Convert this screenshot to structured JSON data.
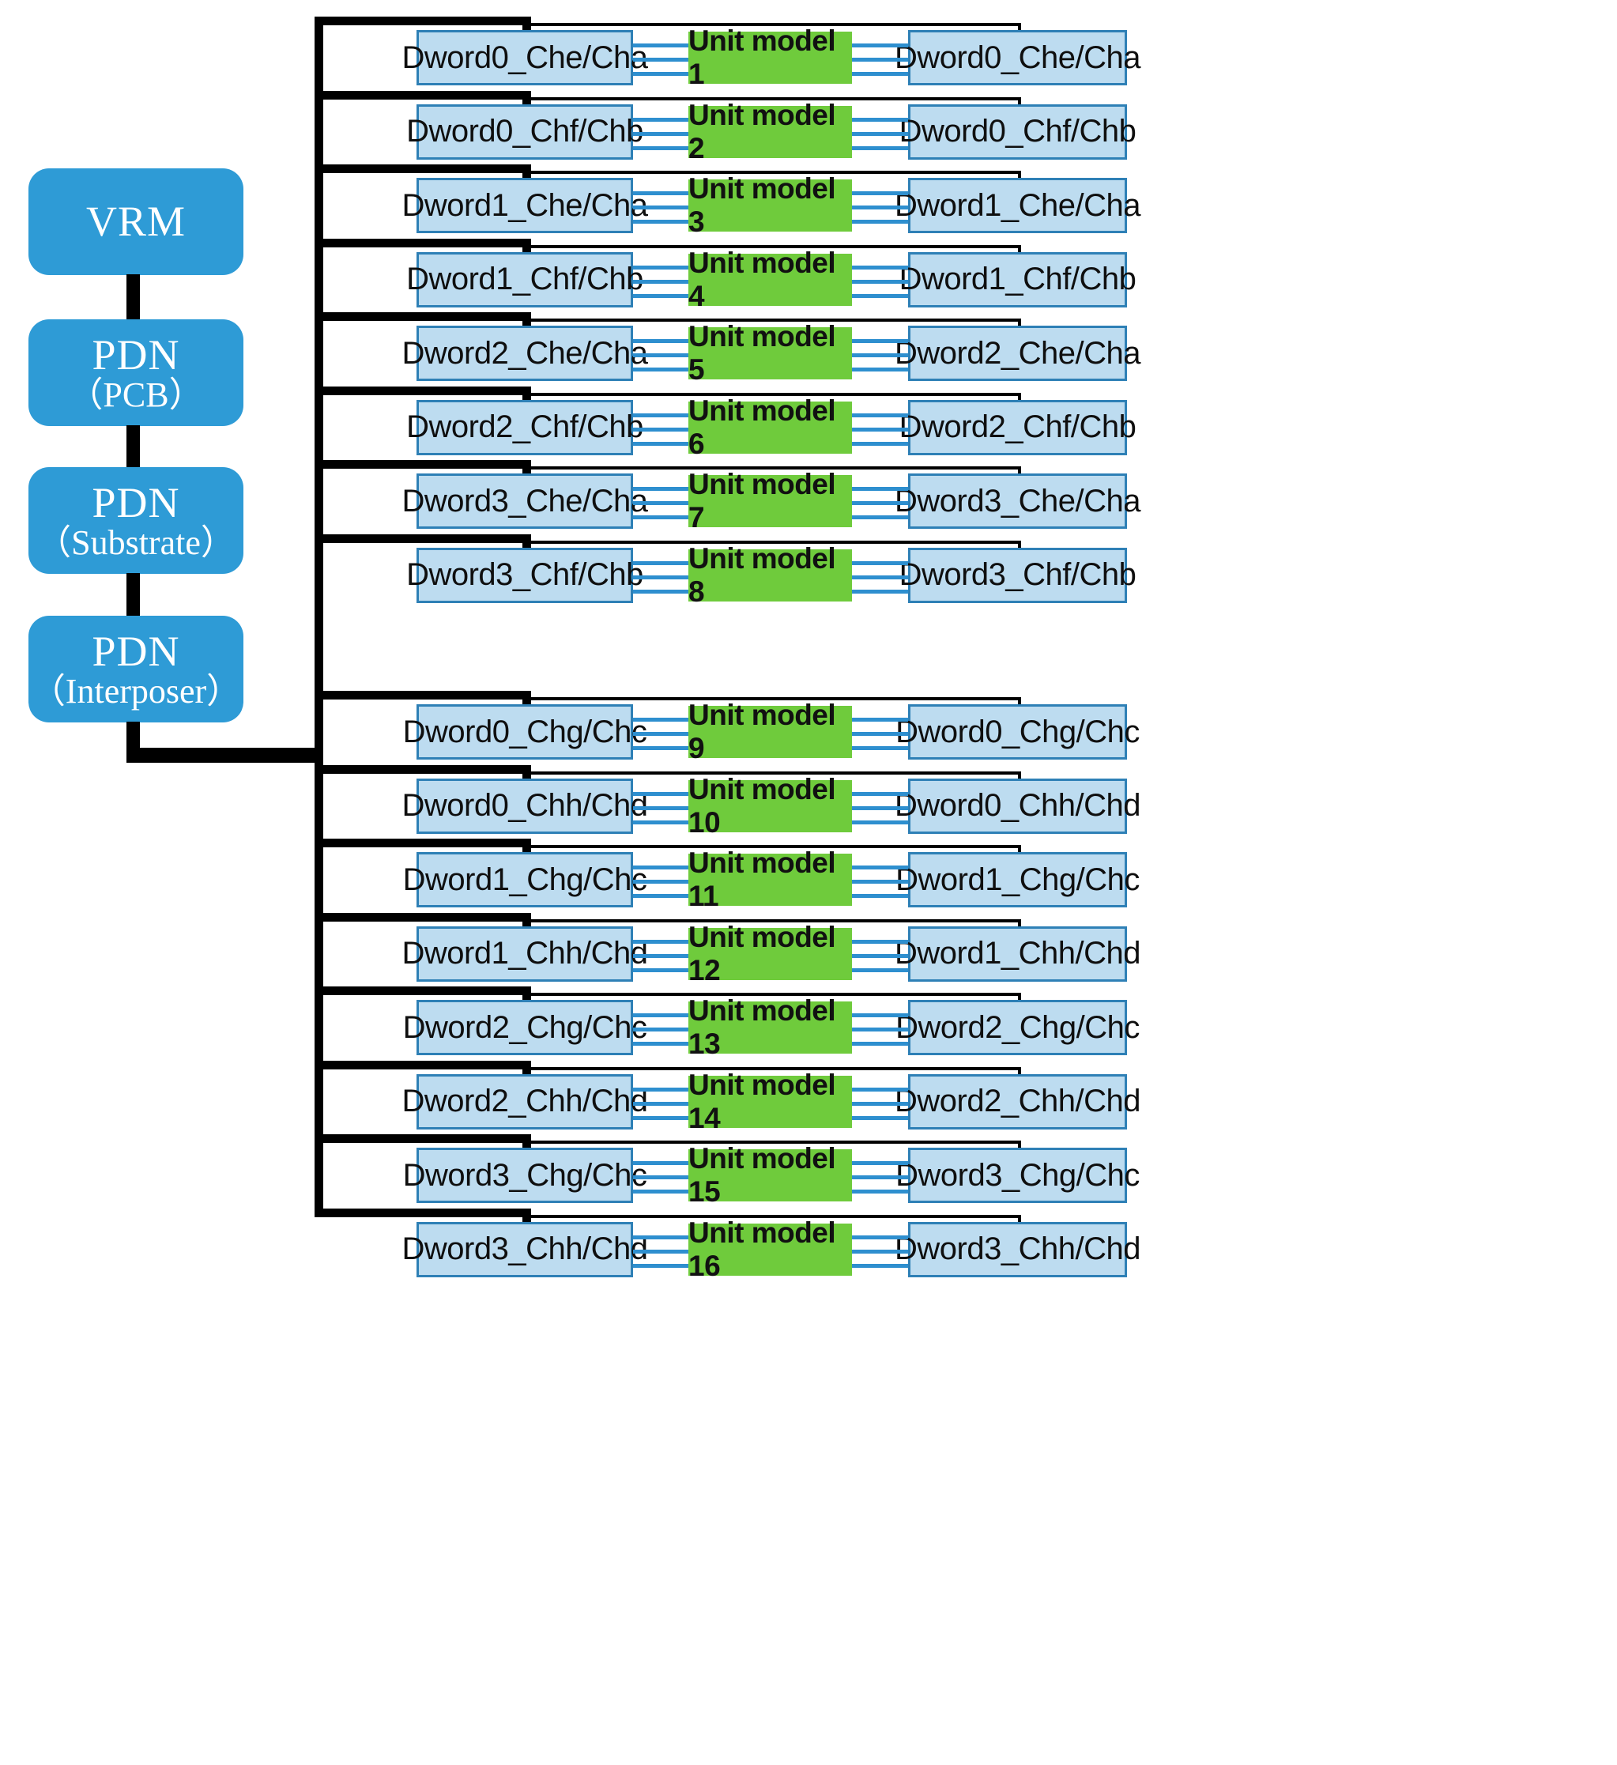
{
  "diagram": {
    "title": "PDN hierarchy with 16 DWORD unit models",
    "colors": {
      "pdn_fill": "#2E9BD6",
      "dword_fill": "#BDDCF0",
      "dword_border": "#2E80B6",
      "unit_fill": "#6FCB3C",
      "bus": "#000000",
      "connector": "#2E8FCF"
    }
  },
  "left_stack": [
    {
      "title": "VRM",
      "sub": ""
    },
    {
      "title": "PDN",
      "sub": "（PCB）"
    },
    {
      "title": "PDN",
      "sub": "（Substrate）"
    },
    {
      "title": "PDN",
      "sub": "（Interposer）"
    }
  ],
  "rows": [
    {
      "left": "Dword0_Che/Cha",
      "unit": "Unit model 1",
      "right": "Dword0_Che/Cha"
    },
    {
      "left": "Dword0_Chf/Chb",
      "unit": "Unit model 2",
      "right": "Dword0_Chf/Chb"
    },
    {
      "left": "Dword1_Che/Cha",
      "unit": "Unit model 3",
      "right": "Dword1_Che/Cha"
    },
    {
      "left": "Dword1_Chf/Chb",
      "unit": "Unit model 4",
      "right": "Dword1_Chf/Chb"
    },
    {
      "left": "Dword2_Che/Cha",
      "unit": "Unit model 5",
      "right": "Dword2_Che/Cha"
    },
    {
      "left": "Dword2_Chf/Chb",
      "unit": "Unit model 6",
      "right": "Dword2_Chf/Chb"
    },
    {
      "left": "Dword3_Che/Cha",
      "unit": "Unit model 7",
      "right": "Dword3_Che/Cha"
    },
    {
      "left": "Dword3_Chf/Chb",
      "unit": "Unit model 8",
      "right": "Dword3_Chf/Chb"
    },
    {
      "left": "Dword0_Chg/Chc",
      "unit": "Unit model 9",
      "right": "Dword0_Chg/Chc"
    },
    {
      "left": "Dword0_Chh/Chd",
      "unit": "Unit model 10",
      "right": "Dword0_Chh/Chd"
    },
    {
      "left": "Dword1_Chg/Chc",
      "unit": "Unit model 11",
      "right": "Dword1_Chg/Chc"
    },
    {
      "left": "Dword1_Chh/Chd",
      "unit": "Unit model 12",
      "right": "Dword1_Chh/Chd"
    },
    {
      "left": "Dword2_Chg/Chc",
      "unit": "Unit model 13",
      "right": "Dword2_Chg/Chc"
    },
    {
      "left": "Dword2_Chh/Chd",
      "unit": "Unit model 14",
      "right": "Dword2_Chh/Chd"
    },
    {
      "left": "Dword3_Chg/Chc",
      "unit": "Unit model 15",
      "right": "Dword3_Chg/Chc"
    },
    {
      "left": "Dword3_Chh/Chd",
      "unit": "Unit model 16",
      "right": "Dword3_Chh/Chd"
    }
  ]
}
